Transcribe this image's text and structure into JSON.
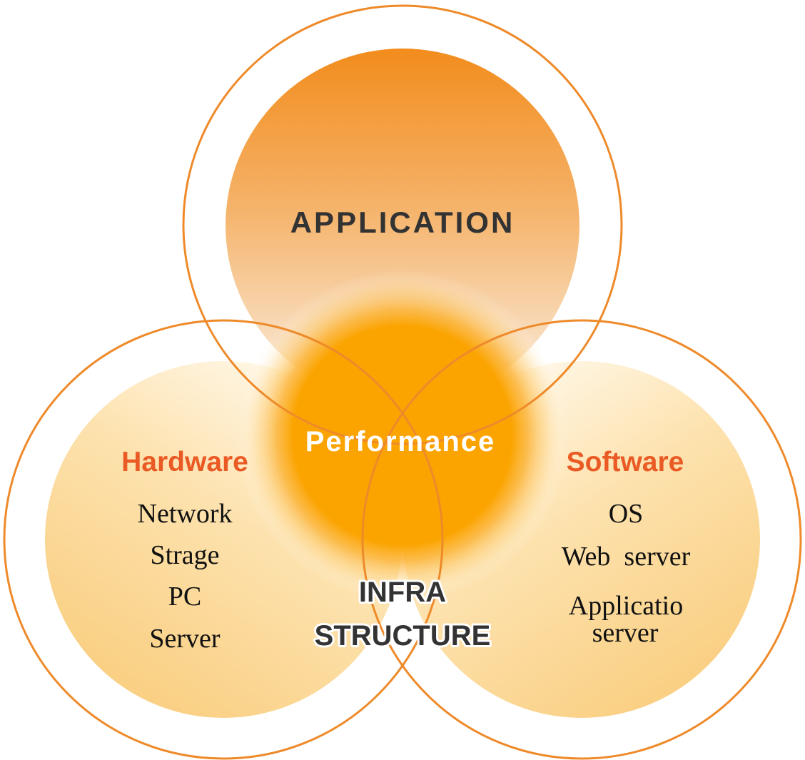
{
  "diagram": {
    "top": {
      "title": "APPLICATION"
    },
    "center": {
      "title": "Performance"
    },
    "left": {
      "title": "Hardware",
      "items": [
        "Network",
        "Strage",
        "PC",
        "Server"
      ]
    },
    "right": {
      "title": "Software",
      "items": [
        "OS",
        "Web  server",
        "Applicatio",
        "server"
      ]
    },
    "bottom": {
      "line1": "INFRA",
      "line2": "STRUCTURE"
    },
    "colors": {
      "ring": "#EE8A2A",
      "category_title": "#EA5A24",
      "dark_text": "#333333",
      "center_fill": "#FBA400",
      "white_text": "#FFFFFF"
    }
  }
}
